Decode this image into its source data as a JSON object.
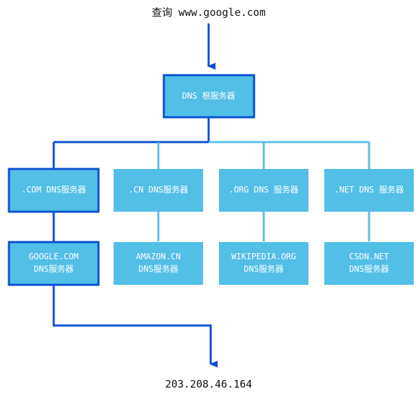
{
  "query_label": "查询 www.google.com",
  "root": {
    "label": "DNS 根服务器"
  },
  "tld_servers": [
    {
      "label": ".COM DNS服务器"
    },
    {
      "label": ".CN DNS服务器"
    },
    {
      "label": ".ORG DNS 服务器"
    },
    {
      "label": ".NET DNS 服务器"
    }
  ],
  "authoritative_servers": [
    {
      "line1": "GOOGLE.COM",
      "line2": "DNS服务器"
    },
    {
      "line1": "AMAZON.CN",
      "line2": "DNS服务器"
    },
    {
      "line1": "WIKIPEDIA.ORG",
      "line2": "DNS服务器"
    },
    {
      "line1": "CSDN.NET",
      "line2": "DNS服务器"
    }
  ],
  "result_ip": "203.208.46.164",
  "colors": {
    "box_fill": "#52bfe6",
    "highlight_border": "#0a4fd1",
    "highlight_line": "#0a4fd1",
    "secondary_line": "#5cbfe6",
    "node_text": "#ffffff"
  }
}
